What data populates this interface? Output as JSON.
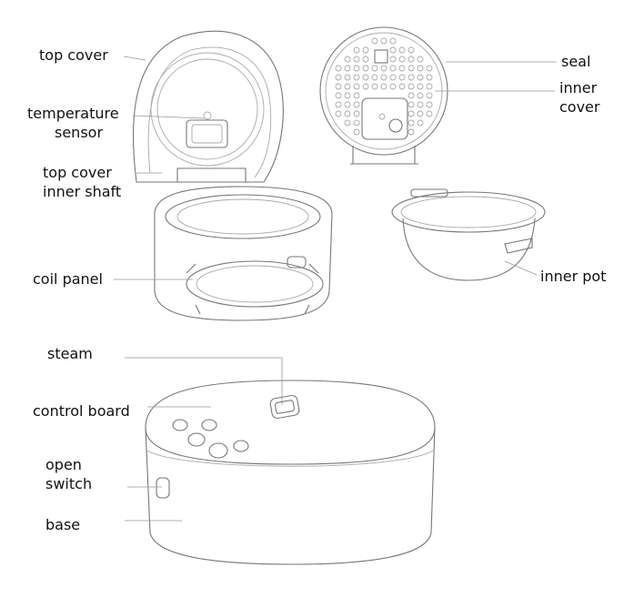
{
  "labels": {
    "top_cover": "top cover",
    "temperature_sensor_1": "temperature",
    "temperature_sensor_2": "sensor",
    "top_cover_inner_shaft_1": "top cover",
    "top_cover_inner_shaft_2": "inner shaft",
    "coil_panel": "coil panel",
    "steam": "steam",
    "control_board": "control board",
    "open_switch_1": "open",
    "open_switch_2": "switch",
    "base": "base",
    "seal": "seal",
    "inner_cover_1": "inner",
    "inner_cover_2": "cover",
    "inner_pot": "inner pot"
  },
  "colors": {
    "line_art": "#777777",
    "text": "#111111"
  }
}
